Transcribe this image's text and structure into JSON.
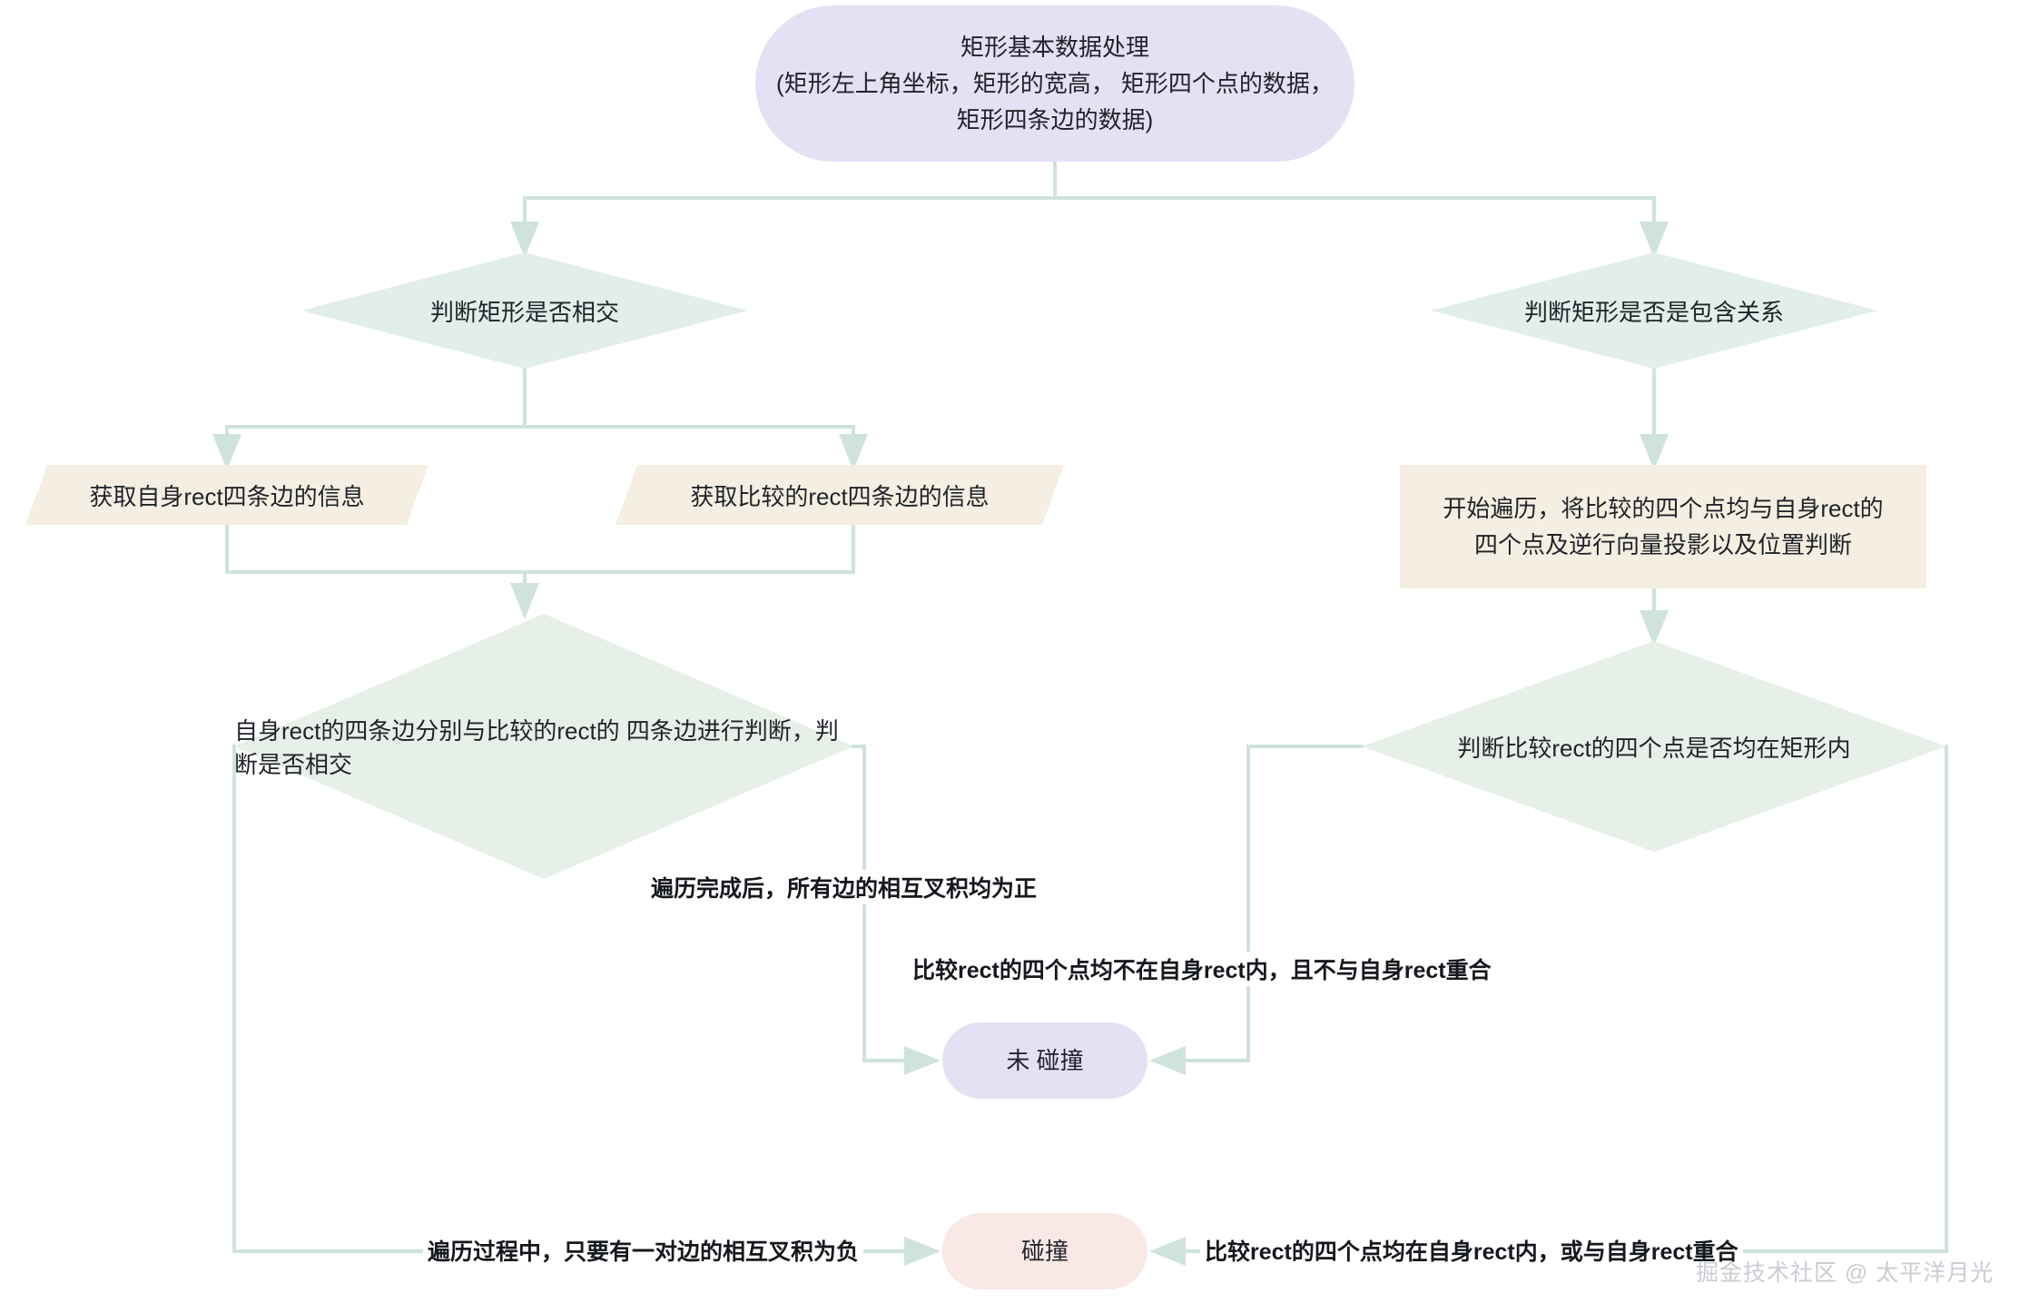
{
  "diagram": {
    "title_node": {
      "text": "矩形基本数据处理\n(矩形左上角坐标，矩形的宽高，  矩形四个点的数据，  矩形四条边的数据)"
    },
    "nodes": [
      {
        "id": "start",
        "label": "矩形基本数据处理\n(矩形左上角坐标，矩形的宽高，  矩形四个点的数据，  矩形四条边的数据)",
        "shape": "stadium",
        "color": "#e6e0f4"
      },
      {
        "id": "decision_intersect",
        "label": "判断矩形是否相交",
        "shape": "diamond",
        "color": "#e2eee9"
      },
      {
        "id": "decision_contain",
        "label": "判断矩形是否是包含关系",
        "shape": "diamond",
        "color": "#e2eee9"
      },
      {
        "id": "get_self_edges",
        "label": "获取自身rect四条边的信息",
        "shape": "parallelogram",
        "color": "#f4efe2"
      },
      {
        "id": "get_other_edges",
        "label": "获取比较的rect四条边的信息",
        "shape": "parallelogram",
        "color": "#f4efe2"
      },
      {
        "id": "traverse_points",
        "label": "开始遍历，将比较的四个点均与自身rect的\n四个点及逆行向量投影以及位置判断",
        "shape": "rect",
        "color": "#f4efe2"
      },
      {
        "id": "decision_edge_cross",
        "label": "自身rect的四条边分别与比较的rect的\n四条边进行判断，判断是否相交",
        "shape": "diamond",
        "color": "#e6efe8"
      },
      {
        "id": "decision_points_inside",
        "label": "判断比较rect的四个点是否均在矩形内",
        "shape": "diamond",
        "color": "#e6efe8"
      },
      {
        "id": "no_collision",
        "label": "未 碰撞",
        "shape": "stadium",
        "color": "#e6e0f4"
      },
      {
        "id": "collision",
        "label": "碰撞",
        "shape": "stadium",
        "color": "#f8e8e6"
      }
    ],
    "edge_labels": [
      {
        "id": "label_all_cross_positive",
        "text": "遍历完成后，所有边的相互叉积均为正"
      },
      {
        "id": "label_points_not_inside",
        "text": "比较rect的四个点均不在自身rect内，且不与自身rect重合"
      },
      {
        "id": "label_one_cross_negative",
        "text": "遍历过程中，只要有一对边的相互叉积为负"
      },
      {
        "id": "label_points_inside",
        "text": "比较rect的四个点均在自身rect内，或与自身rect重合"
      }
    ],
    "watermark": "掘金技术社区 @ 太平洋月光",
    "colors": {
      "edge_line": "#cfe3dc",
      "purple_node": "#e6e0f4",
      "beige_node": "#f4efe2",
      "green_diamond": "#e2eee9",
      "green_diamond_light": "#e6efe8",
      "pink_node": "#f8e8e6",
      "text": "#1f2329",
      "watermark": "#c9cdd4"
    }
  }
}
